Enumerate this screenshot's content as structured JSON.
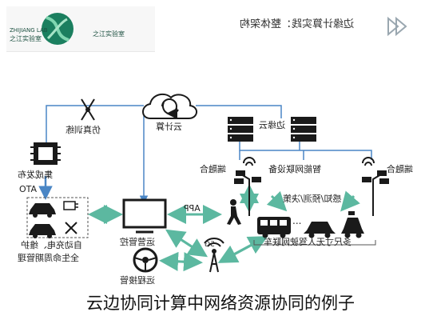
{
  "header": {
    "logo_text": "ZHIJIANG LAB",
    "logo_text_cn": "之江实验室",
    "logo_text_cn2": "之江实验室",
    "title": "边缘计算实践：整体架构"
  },
  "diagram": {
    "cloud_label": "云计算",
    "sim_label": "仿真训练",
    "deploy_label": "集成发布",
    "ota_label": "OTA",
    "lifecycle_label_1": "自动充电、维护",
    "lifecycle_label_2": "全生命周期管理",
    "ops_label": "运营管控",
    "remote_label": "远程接管",
    "app_label": "APP",
    "net_5g_label": "5G",
    "edge_cloud_label": "边缘云",
    "terminal_left_label": "端融合",
    "network_device_label": "智能网联设备",
    "terminal_right_label": "端融合",
    "perception_label": "感知/预测/决策",
    "ellipsis": "...",
    "multimodal_label": "多尺寸无人驾驶网联车"
  },
  "caption": "云边协同计算中网络资源协同的例子",
  "colors": {
    "arrow_green": "#5cb8a0",
    "line_blue": "#4a86c5",
    "dark": "#1a1a1a",
    "header_triangle": "#9aa7b0"
  }
}
